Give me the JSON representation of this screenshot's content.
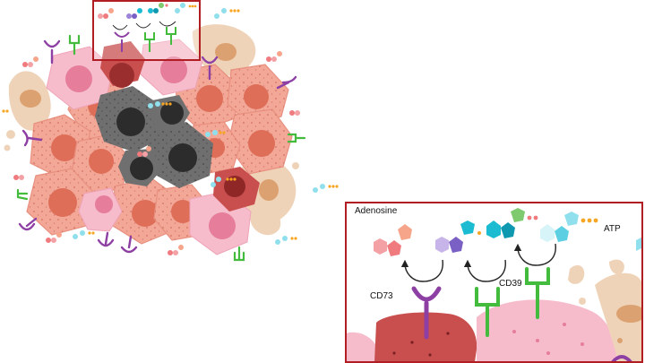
{
  "labels": {
    "adenosine": "Adenosine",
    "atp": "ATP",
    "cd73": "CD73",
    "cd39": "CD39"
  },
  "colors": {
    "inset_border": "#b01e23",
    "tumor_cell": "#f3a797",
    "tumor_nucleus": "#de6e58",
    "dark_cell": "#6f6f6f",
    "dark_nucleus": "#2c2c2c",
    "pink_cell": "#f6bccb",
    "pink_nucleus": "#e57d9b",
    "stroma": "#efd3b8",
    "stroma_nucleus": "#dca170",
    "red_cell": "#c94f4f",
    "cd73": "#8d3fa3",
    "cd39": "#43bb3c",
    "adenosine_hex": "#ef7b7f",
    "amp_hex": "#9d84d8",
    "adp_hex": "#1bbbd2",
    "atp_hex": "#8fe0ec",
    "phosphate": "#f6a623"
  },
  "icons": [
    "cd73-receptor-icon",
    "cd39-receptor-icon",
    "curved-arrow-icon",
    "phosphate-icon"
  ]
}
